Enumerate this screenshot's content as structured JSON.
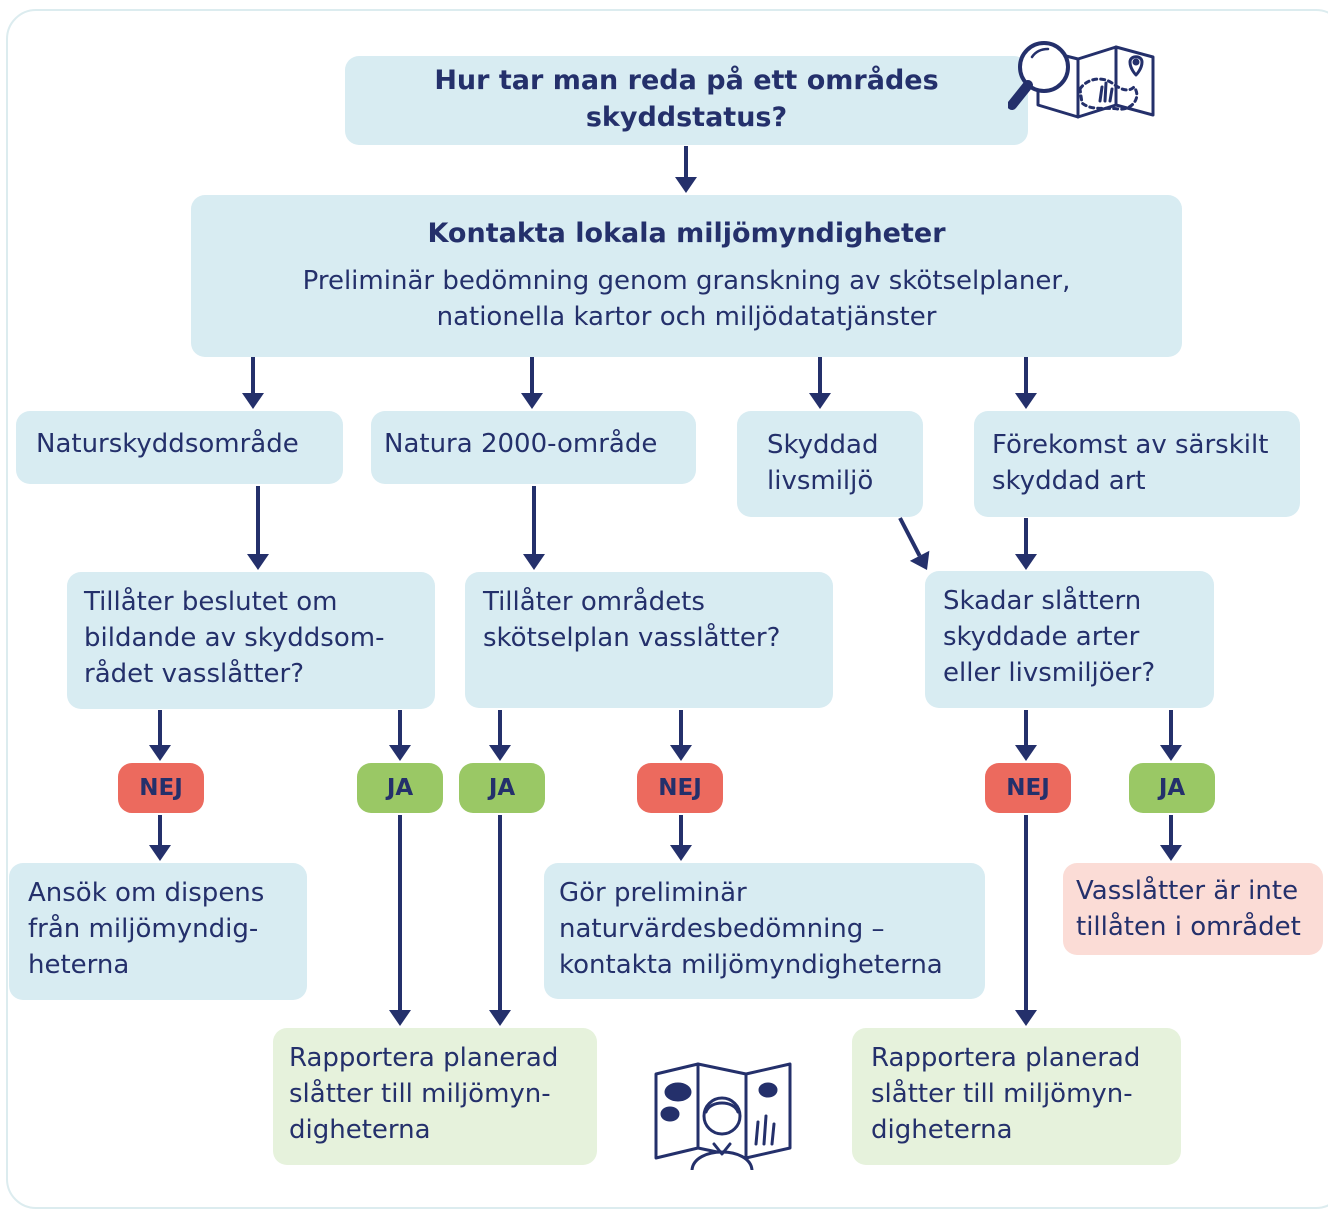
{
  "title": {
    "lines": [
      "Hur tar man reda på ett områdes",
      "skyddstatus?"
    ]
  },
  "contact": {
    "heading": "Kontakta lokala miljömyndigheter",
    "lines": [
      "Preliminär bedömning genom granskning av skötselplaner,",
      "nationella kartor och miljödatatjänster"
    ]
  },
  "categories": {
    "nature_reserve": {
      "lines": [
        "Naturskyddsområde"
      ]
    },
    "natura2000": {
      "lines": [
        "Natura 2000-område"
      ]
    },
    "habitat": {
      "lines": [
        "Skyddad",
        "livsmiljö"
      ]
    },
    "species": {
      "lines": [
        "Förekomst av särskilt",
        "skyddad art"
      ]
    }
  },
  "questions": {
    "reserve_decision": {
      "lines": [
        "Tillåter beslutet om",
        "bildande av skyddsom-",
        "rådet vasslåtter?"
      ]
    },
    "management_plan": {
      "lines": [
        "Tillåter områdets",
        "skötselplan vasslåtter?"
      ]
    },
    "harm": {
      "lines": [
        "Skadar slåttern",
        "skyddade arter",
        "eller livsmiljöer?"
      ]
    }
  },
  "answers": {
    "no": "NEJ",
    "yes": "JA"
  },
  "outcomes": {
    "dispensation": {
      "lines": [
        "Ansök om dispens",
        "från miljömyndig-",
        "heterna"
      ]
    },
    "assessment": {
      "lines": [
        "Gör preliminär",
        "naturvärdesbedömning –",
        "kontakta miljömyndigheterna"
      ]
    },
    "not_allowed": {
      "lines": [
        "Vasslåtter är inte",
        "tillåten i området"
      ]
    },
    "report_left": {
      "lines": [
        "Rapportera planerad",
        "slåtter till miljömyn-",
        "digheterna"
      ]
    },
    "report_right": {
      "lines": [
        "Rapportera planerad",
        "slåtter till miljömyn-",
        "digheterna"
      ]
    }
  },
  "icons": [
    "magnifier-map-icon",
    "person-map-icon"
  ],
  "colors": {
    "node_blue": "#d8ecf2",
    "node_green": "#e6f2dc",
    "node_pink": "#fbdcd6",
    "badge_no": "#ec6a5e",
    "badge_yes": "#9ac865",
    "text_navy": "#24306b"
  }
}
